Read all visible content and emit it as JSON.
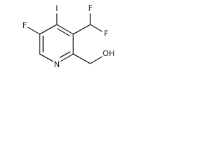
{
  "molecule": {
    "atoms": {
      "fluorine_ring": "F",
      "iodine": "I",
      "difluoromethyl_f1": "F",
      "difluoromethyl_f2": "F",
      "ring_nitrogen": "N",
      "hydroxyl": "OH"
    }
  }
}
